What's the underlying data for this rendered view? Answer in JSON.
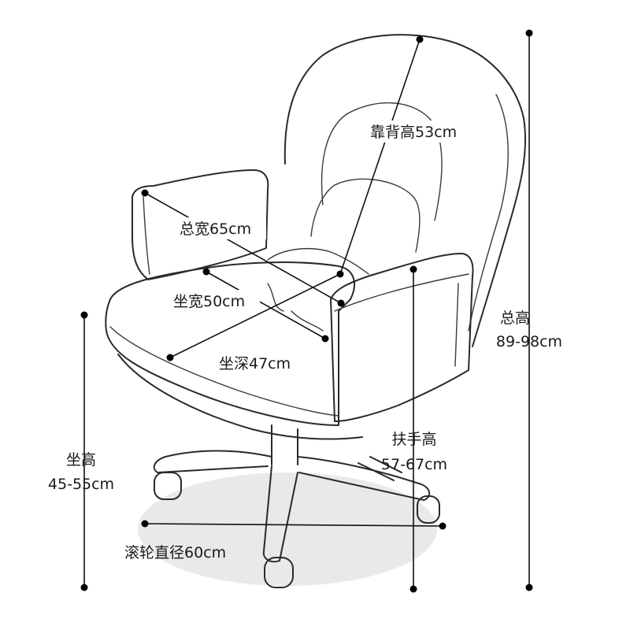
{
  "labels": {
    "backrest_height": "靠背高53cm",
    "total_width": "总宽65cm",
    "seat_width": "坐宽50cm",
    "seat_depth": "坐深47cm",
    "total_height_title": "总高",
    "total_height_value": "89-98cm",
    "armrest_height_title": "扶手高",
    "armrest_height_value": "57-67cm",
    "seat_height_title": "坐高",
    "seat_height_value": "45-55cm",
    "wheel_diameter": "滚轮直径60cm"
  },
  "colors": {
    "line": "#2a2a2a",
    "floor_shadow": "#e8e8e8",
    "text": "#1a1a1a"
  }
}
